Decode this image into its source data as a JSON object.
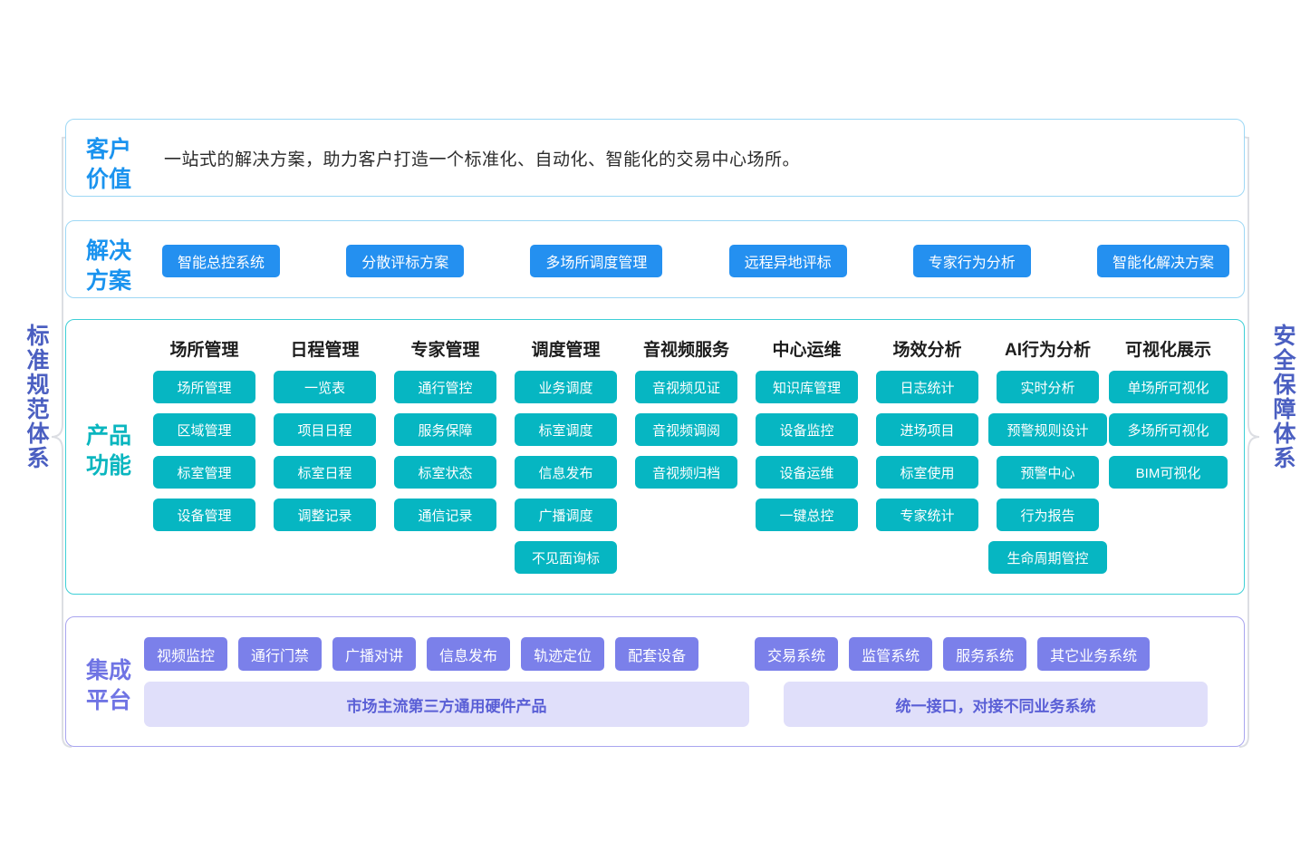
{
  "sides": {
    "left_label": "标准规范体系",
    "right_label": "安全保障体系"
  },
  "customer_value": {
    "label": "客户\n价值",
    "text": "一站式的解决方案，助力客户打造一个标准化、自动化、智能化的交易中心场所。"
  },
  "solution": {
    "label": "解决\n方案",
    "chips": [
      "智能总控系统",
      "分散评标方案",
      "多场所调度管理",
      "远程异地评标",
      "专家行为分析",
      "智能化解决方案"
    ]
  },
  "product": {
    "label": "产品\n功能",
    "columns": [
      {
        "title": "场所管理",
        "items": [
          "场所管理",
          "区域管理",
          "标室管理",
          "设备管理"
        ]
      },
      {
        "title": "日程管理",
        "items": [
          "一览表",
          "项目日程",
          "标室日程",
          "调整记录"
        ]
      },
      {
        "title": "专家管理",
        "items": [
          "通行管控",
          "服务保障",
          "标室状态",
          "通信记录"
        ]
      },
      {
        "title": "调度管理",
        "items": [
          "业务调度",
          "标室调度",
          "信息发布",
          "广播调度",
          "不见面询标"
        ]
      },
      {
        "title": "音视频服务",
        "items": [
          "音视频见证",
          "音视频调阅",
          "音视频归档"
        ]
      },
      {
        "title": "中心运维",
        "items": [
          "知识库管理",
          "设备监控",
          "设备运维",
          "一键总控"
        ]
      },
      {
        "title": "场效分析",
        "items": [
          "日志统计",
          "进场项目",
          "标室使用",
          "专家统计"
        ]
      },
      {
        "title": "AI行为分析",
        "items": [
          "实时分析",
          "预警规则设计",
          "预警中心",
          "行为报告",
          "生命周期管控"
        ]
      },
      {
        "title": "可视化展示",
        "items": [
          "单场所可视化",
          "多场所可视化",
          "BIM可视化"
        ]
      }
    ]
  },
  "integration": {
    "label": "集成\n平台",
    "group_hardware": [
      "视频监控",
      "通行门禁",
      "广播对讲",
      "信息发布",
      "轨迹定位",
      "配套设备"
    ],
    "group_systems": [
      "交易系统",
      "监管系统",
      "服务系统",
      "其它业务系统"
    ],
    "bars": [
      "市场主流第三方通用硬件产品",
      "统一接口，对接不同业务系统"
    ]
  },
  "colors": {
    "blue": "#2490f0",
    "teal": "#06b6c2",
    "purple": "#7b80ea",
    "purple_bar": "#e0dffa",
    "side_label": "#4b5fc1"
  }
}
